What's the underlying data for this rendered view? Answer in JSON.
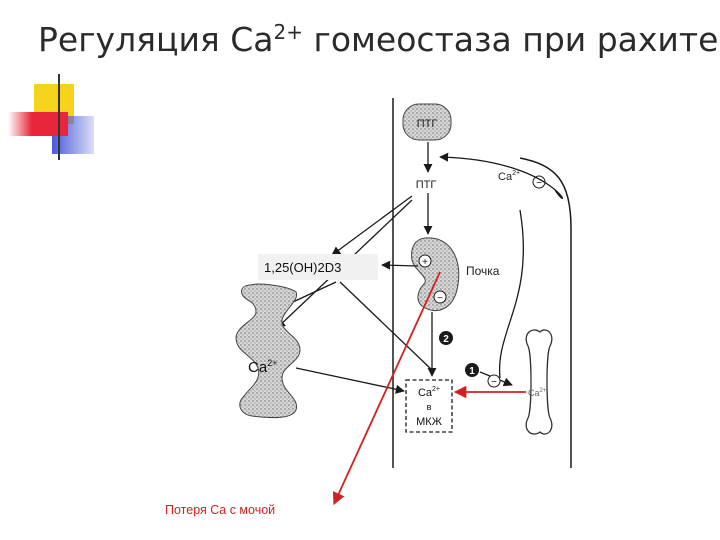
{
  "slide": {
    "title_main": "Регуляция Ca",
    "title_sup": "2+",
    "title_rest": " гомеостаза при рахите"
  },
  "diagram": {
    "pth_top": "ПТГ",
    "pth_mid": "ПТГ",
    "ca_feedback": "Ca",
    "ca_feedback_sup": "2+",
    "minus_sign": "−",
    "plus_sign": "+",
    "vitamin_label": "1,25(OH)2D3",
    "kidney_label": "Почка",
    "intestine_ca": "Ca",
    "intestine_ca_sup": "2+",
    "ecf_line1": "Ca",
    "ecf_line1_sup": "2+",
    "ecf_line2": "в",
    "ecf_line3": "МКЖ",
    "bone_ca": "Ca",
    "bone_ca_sup": "2+",
    "step_1": "1",
    "step_2": "2",
    "urine_loss": "Потеря Ca с мочой"
  },
  "colors": {
    "accent_yellow": "#f5d21c",
    "accent_red": "#e8253a",
    "accent_blue": "#4a5ad8",
    "arrow_red": "#d42020",
    "line_dark": "#1a1a1a"
  }
}
